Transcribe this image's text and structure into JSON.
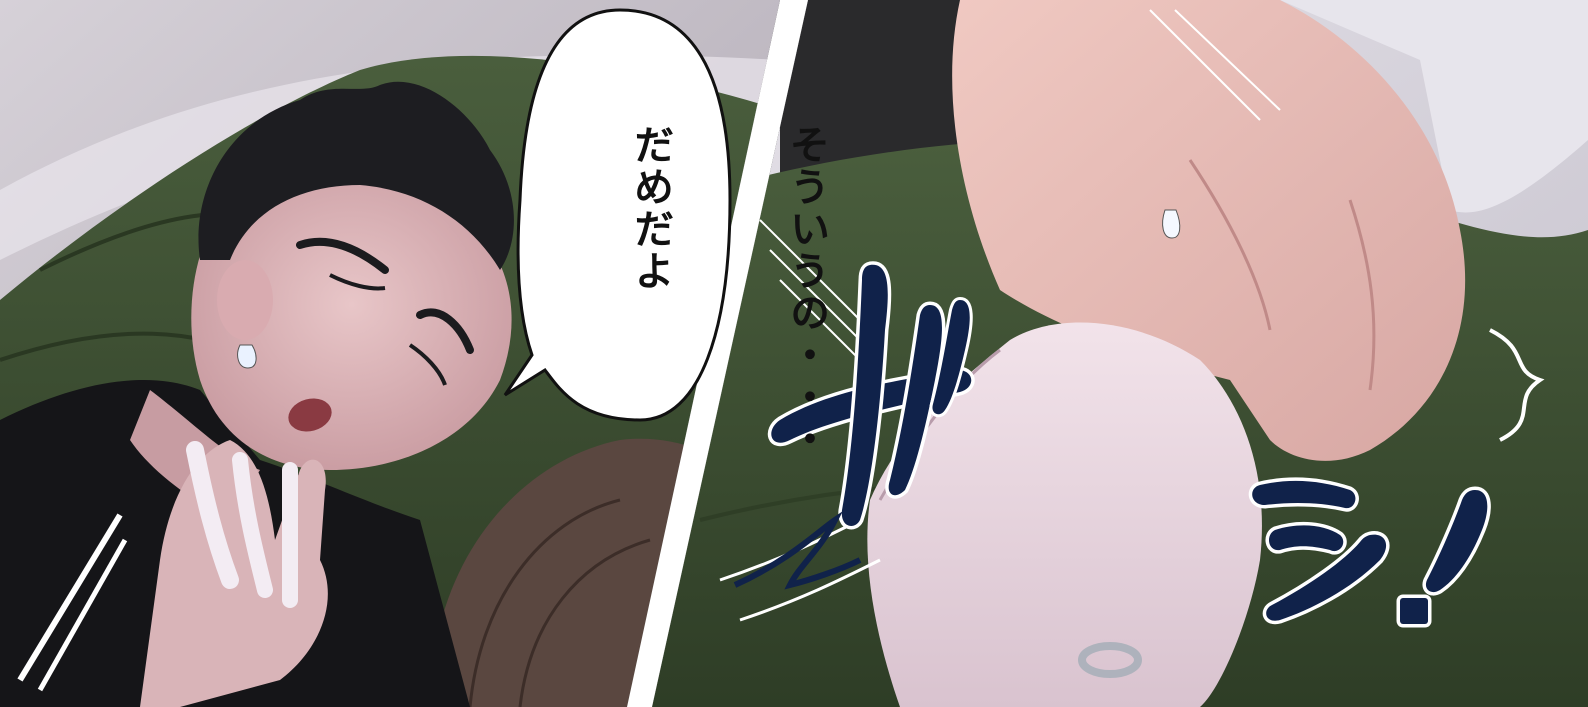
{
  "panels": [
    {
      "name": "left-panel"
    },
    {
      "name": "right-panel"
    }
  ],
  "speech_bubble": {
    "line1": "そういうの・・・",
    "line2": "だめだよ"
  },
  "sfx": {
    "zagi": "ザ",
    "dakuten": "ゞ",
    "gashi": "シ!"
  },
  "colors": {
    "sofa": "#3f5234",
    "sofa_dark": "#2c3b23",
    "wall": "#c9c4cc",
    "skin": "#e6c0c2",
    "hair": "#1e1e22",
    "shirt": "#141416",
    "sfx_fill": "#10224a",
    "gutter": "#ffffff"
  }
}
